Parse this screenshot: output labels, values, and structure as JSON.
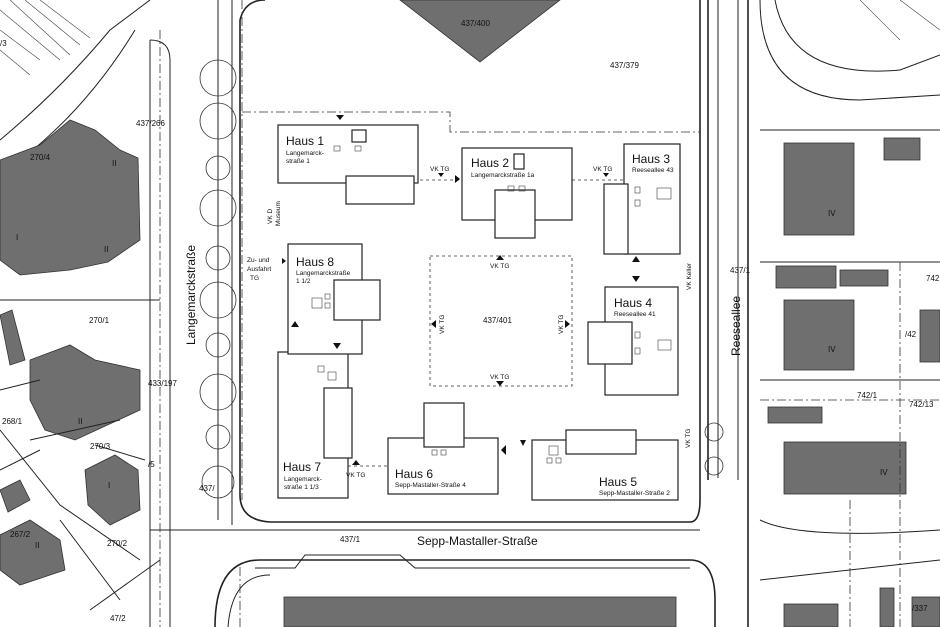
{
  "streets": {
    "langemarck": "Langemarckstraße",
    "reeseallee": "Reeseallee",
    "sepp_mastaller": "Sepp-Mastaller-Straße"
  },
  "houses": [
    {
      "name": "Haus 1",
      "address": [
        "Langemarck-",
        "straße 1"
      ]
    },
    {
      "name": "Haus 2",
      "address": [
        "Langemarckstraße 1a"
      ]
    },
    {
      "name": "Haus 3",
      "address": [
        "Reeseallee 43"
      ]
    },
    {
      "name": "Haus 4",
      "address": [
        "Reeseallee 41"
      ]
    },
    {
      "name": "Haus 5",
      "address": [
        "Sepp-Mastaller-Straße 2"
      ]
    },
    {
      "name": "Haus 6",
      "address": [
        "Sepp-Mastaller-Straße 4"
      ]
    },
    {
      "name": "Haus 7",
      "address": [
        "Langemarck-",
        "straße 1 1/3"
      ]
    },
    {
      "name": "Haus 8",
      "address": [
        "Langemarckstraße",
        "1 1/2"
      ]
    }
  ],
  "parcels": {
    "p437_400": "437/400",
    "p437_379": "437/379",
    "p437_266": "437/266",
    "p270_4": "270/4",
    "p270_1": "270/1",
    "p437_1": "437/1",
    "p437_197": "433/197",
    "p268_1": "268/1",
    "p270_3": "270/3",
    "p5": "/5",
    "p437_b": "437/",
    "p267_2": "267/2",
    "p270_2": "270/2",
    "p47_2": "47/2",
    "p437_1b": "437/1",
    "p742": "742",
    "p742_1": "742/1",
    "p742_13": "742/13",
    "p742_2": "/42",
    "p337": "/337",
    "p437_401": "437/401",
    "p3": "/3"
  },
  "annotations": {
    "vk_tg": "VK TG",
    "vk_d_museum": [
      "VK D",
      "Museum"
    ],
    "zu_ausfahrt": [
      "Zu- und",
      "Ausfahrt",
      "TG"
    ],
    "vk_keller": "VK Keller",
    "floors_ii": "II",
    "floors_i": "I",
    "floors_iv": "IV"
  }
}
